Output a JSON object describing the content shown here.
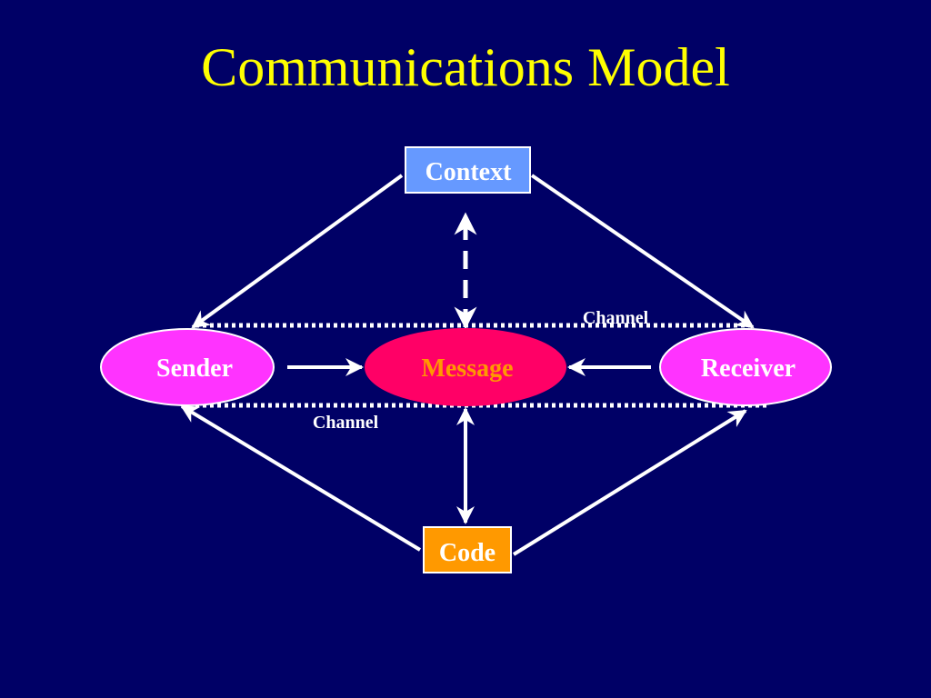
{
  "slide": {
    "title": "Communications Model"
  },
  "diagram": {
    "context_label": "Context",
    "code_label": "Code",
    "sender_label": "Sender",
    "message_label": "Message",
    "receiver_label": "Receiver",
    "channel_upper_label": "Channel",
    "channel_lower_label": "Channel"
  },
  "colors": {
    "background": "#000066",
    "title": "#ffff00",
    "context_box": "#6699ff",
    "code_box": "#ff9900",
    "sender_receiver_fill": "#ff33ff",
    "message_fill": "#ff0066",
    "message_text": "#ff9900",
    "lines": "#ffffff"
  }
}
